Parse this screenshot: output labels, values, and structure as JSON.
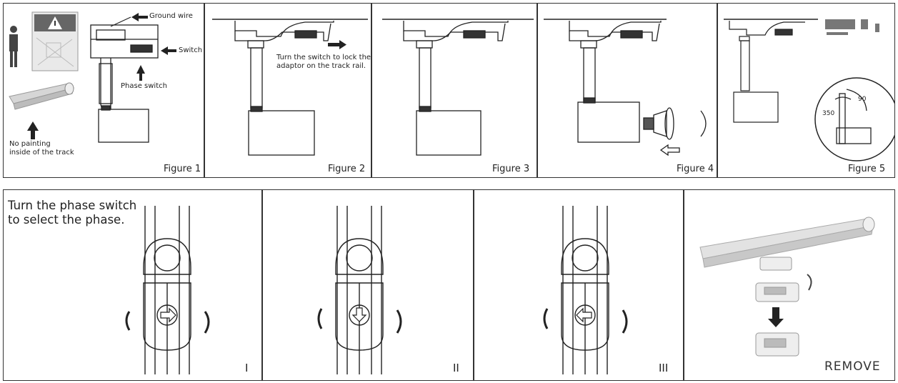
{
  "figures": {
    "fig1": {
      "caption": "Figure 1",
      "ground_wire": "Ground wire",
      "switch": "Switch",
      "phase_switch": "Phase switch",
      "no_painting_line1": "No painting",
      "no_painting_line2": "inside of the track"
    },
    "fig2": {
      "caption": "Figure 2",
      "note_line1": "Turn the switch to lock the",
      "note_line2": "adaptor on the track rail."
    },
    "fig3": {
      "caption": "Figure 3"
    },
    "fig4": {
      "caption": "Figure 4"
    },
    "fig5": {
      "caption": "Figure 5",
      "angle_350": "350",
      "angle_90": "90"
    }
  },
  "phases": {
    "instruction_line1": "Turn the phase switch",
    "instruction_line2": "to select the phase.",
    "labels": [
      "I",
      "II",
      "III"
    ],
    "remove": "REMOVE"
  }
}
